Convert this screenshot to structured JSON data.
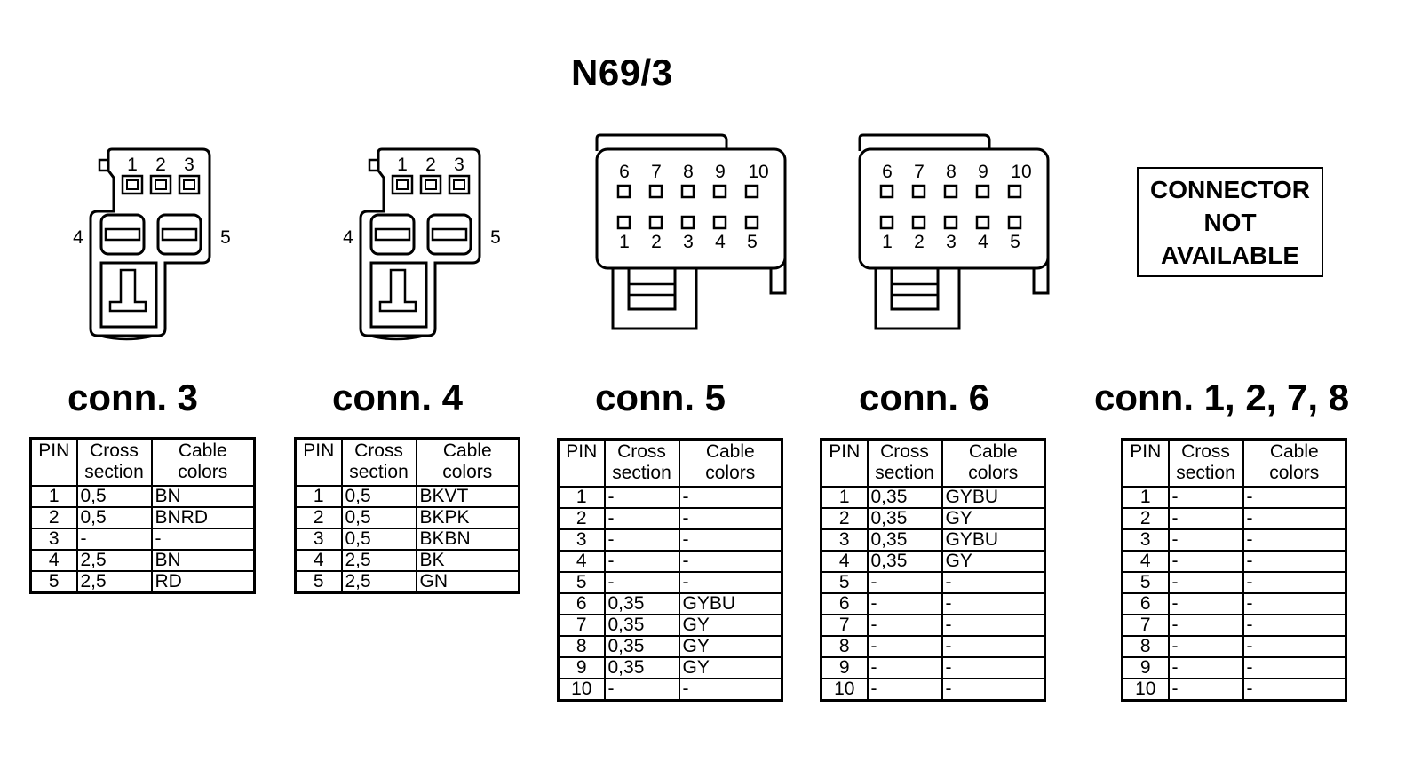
{
  "title": "N69/3",
  "not_available": {
    "line1": "CONNECTOR",
    "line2": "NOT",
    "line3": "AVAILABLE"
  },
  "headers": {
    "pin": "PIN",
    "cross1": "Cross",
    "cross2": "section",
    "cable1": "Cable",
    "cable2": "colors"
  },
  "connectors": [
    {
      "title": "conn. 3",
      "pin_labels": [
        "1",
        "2",
        "3",
        "4",
        "5"
      ],
      "rows": [
        [
          "1",
          "0,5",
          "BN"
        ],
        [
          "2",
          "0,5",
          "BNRD"
        ],
        [
          "3",
          "-",
          "-"
        ],
        [
          "4",
          "2,5",
          "BN"
        ],
        [
          "5",
          "2,5",
          "RD"
        ]
      ]
    },
    {
      "title": "conn. 4",
      "pin_labels": [
        "1",
        "2",
        "3",
        "4",
        "5"
      ],
      "rows": [
        [
          "1",
          "0,5",
          "BKVT"
        ],
        [
          "2",
          "0,5",
          "BKPK"
        ],
        [
          "3",
          "0,5",
          "BKBN"
        ],
        [
          "4",
          "2,5",
          "BK"
        ],
        [
          "5",
          "2,5",
          "GN"
        ]
      ]
    },
    {
      "title": "conn. 5",
      "pin_labels": [
        "6",
        "7",
        "8",
        "9",
        "10",
        "1",
        "2",
        "3",
        "4",
        "5"
      ],
      "rows": [
        [
          "1",
          "-",
          "-"
        ],
        [
          "2",
          "-",
          "-"
        ],
        [
          "3",
          "-",
          "-"
        ],
        [
          "4",
          "-",
          "-"
        ],
        [
          "5",
          "-",
          "-"
        ],
        [
          "6",
          "0,35",
          "GYBU"
        ],
        [
          "7",
          "0,35",
          "GY"
        ],
        [
          "8",
          "0,35",
          "GY"
        ],
        [
          "9",
          "0,35",
          "GY"
        ],
        [
          "10",
          "-",
          "-"
        ]
      ]
    },
    {
      "title": "conn. 6",
      "pin_labels": [
        "6",
        "7",
        "8",
        "9",
        "10",
        "1",
        "2",
        "3",
        "4",
        "5"
      ],
      "rows": [
        [
          "1",
          "0,35",
          "GYBU"
        ],
        [
          "2",
          "0,35",
          "GY"
        ],
        [
          "3",
          "0,35",
          "GYBU"
        ],
        [
          "4",
          "0,35",
          "GY"
        ],
        [
          "5",
          "-",
          "-"
        ],
        [
          "6",
          "-",
          "-"
        ],
        [
          "7",
          "-",
          "-"
        ],
        [
          "8",
          "-",
          "-"
        ],
        [
          "9",
          "-",
          "-"
        ],
        [
          "10",
          "-",
          "-"
        ]
      ]
    },
    {
      "title": "conn. 1, 2, 7, 8",
      "rows": [
        [
          "1",
          "-",
          "-"
        ],
        [
          "2",
          "-",
          "-"
        ],
        [
          "3",
          "-",
          "-"
        ],
        [
          "4",
          "-",
          "-"
        ],
        [
          "5",
          "-",
          "-"
        ],
        [
          "6",
          "-",
          "-"
        ],
        [
          "7",
          "-",
          "-"
        ],
        [
          "8",
          "-",
          "-"
        ],
        [
          "9",
          "-",
          "-"
        ],
        [
          "10",
          "-",
          "-"
        ]
      ]
    }
  ]
}
